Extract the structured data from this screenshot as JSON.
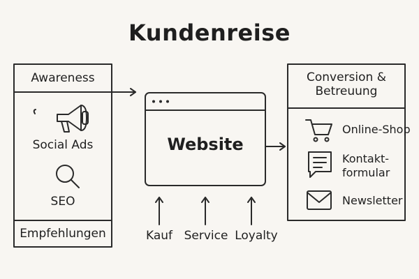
{
  "title": "Kundenreise",
  "awareness": {
    "header": "Awareness",
    "items": [
      {
        "label": "Social Ads",
        "icon": "megaphone-icon"
      },
      {
        "label": "SEO",
        "icon": "magnifier-icon"
      }
    ],
    "footer": "Empfehlungen"
  },
  "website": {
    "label": "Website",
    "inputs": [
      "Kauf",
      "Service",
      "Loyalty"
    ]
  },
  "conversion": {
    "header": "Conversion &\nBetreuung",
    "items": [
      {
        "label": "Online-Shop",
        "icon": "shopping-cart-icon"
      },
      {
        "label": "Kontakt-\nformular",
        "icon": "form-icon"
      },
      {
        "label": "Newsletter",
        "icon": "envelope-icon"
      }
    ]
  }
}
